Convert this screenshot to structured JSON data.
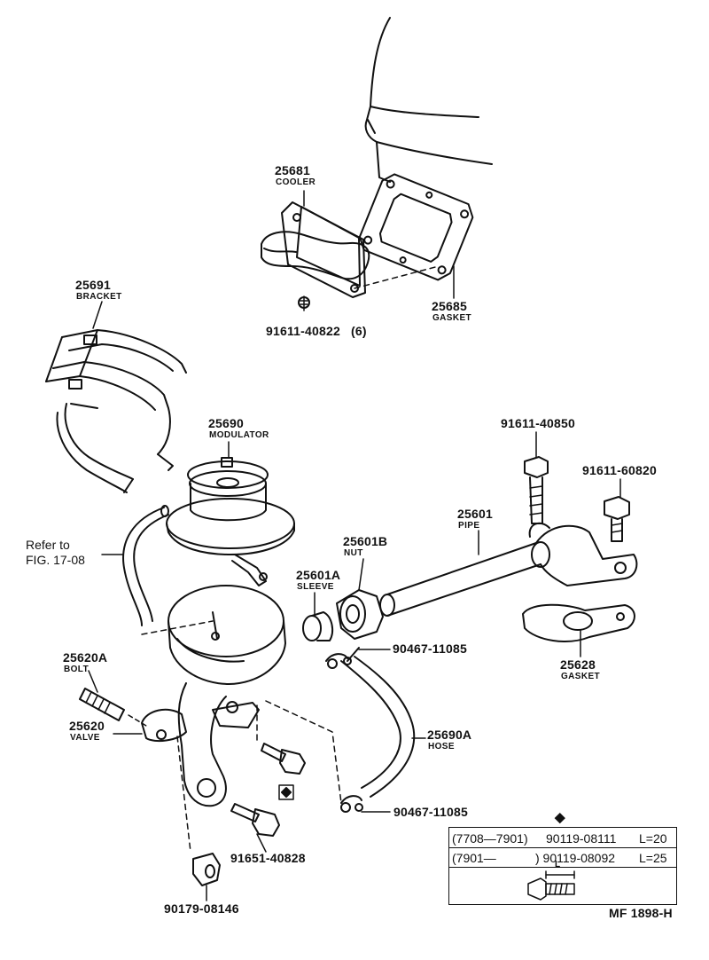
{
  "labels": {
    "cooler_pn": "25681",
    "cooler_name": "COOLER",
    "gasket_top_pn": "25685",
    "gasket_top_name": "GASKET",
    "nut_cooler_pn": "91611-40822",
    "nut_cooler_qty": "(6)",
    "bracket_pn": "25691",
    "bracket_name": "BRACKET",
    "modulator_pn": "25690",
    "modulator_name": "MODULATOR",
    "bolt1_pn": "91611-40850",
    "bolt2_pn": "91611-60820",
    "pipe_pn": "25601",
    "pipe_name": "PIPE",
    "nut_pn": "25601B",
    "nut_name": "NUT",
    "sleeve_pn": "25601A",
    "sleeve_name": "SLEEVE",
    "ref_line1": "Refer to",
    "ref_line2": "FIG. 17-08",
    "clip1_pn": "90467-11085",
    "gasket_pipe_pn": "25628",
    "gasket_pipe_name": "GASKET",
    "bolt_valve_pn": "25620A",
    "bolt_valve_name": "BOLT",
    "valve_pn": "25620",
    "valve_name": "VALVE",
    "hose_pn": "25690A",
    "hose_name": "HOSE",
    "clip2_pn": "90467-11085",
    "bolt_diamond_symbol": "◆",
    "bolt3_pn": "91651-40828",
    "nut_valve_pn": "90179-08146",
    "figure_id": "MF 1898-H"
  },
  "spec_table": {
    "symbol": "◆",
    "rows": [
      {
        "range": "(7708—7901)",
        "part": "90119-08111",
        "length": "L=20"
      },
      {
        "range": "(7901—",
        "part": ") 90119-08092",
        "length": "L=25"
      }
    ],
    "dimension_label": "L"
  }
}
